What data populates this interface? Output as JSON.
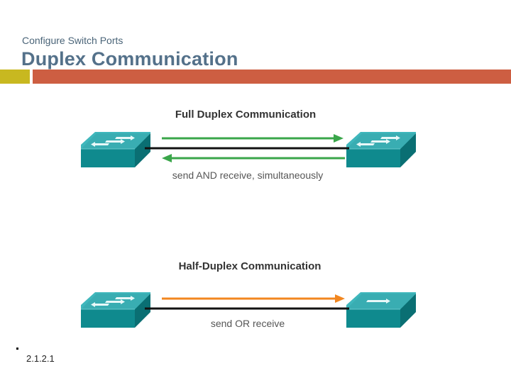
{
  "slide": {
    "subtitle": "Configure Switch Ports",
    "title": "Duplex Communication",
    "slide_number": "2.1.2.1"
  },
  "colors": {
    "title_text": "#54718a",
    "accent_left": "#c8b820",
    "accent_bar": "#cd5e42",
    "switch_front": "#0f8a8e",
    "switch_top": "#3fb7bc",
    "full_duplex_arrow": "#3aa64a",
    "half_duplex_arrow": "#f2861f"
  },
  "diagram": {
    "full_duplex": {
      "heading": "Full Duplex Communication",
      "caption": "send AND receive, simultaneously",
      "arrows": [
        "right",
        "left"
      ]
    },
    "half_duplex": {
      "heading": "Half-Duplex Communication",
      "caption": "send OR receive",
      "arrows": [
        "right"
      ]
    }
  }
}
